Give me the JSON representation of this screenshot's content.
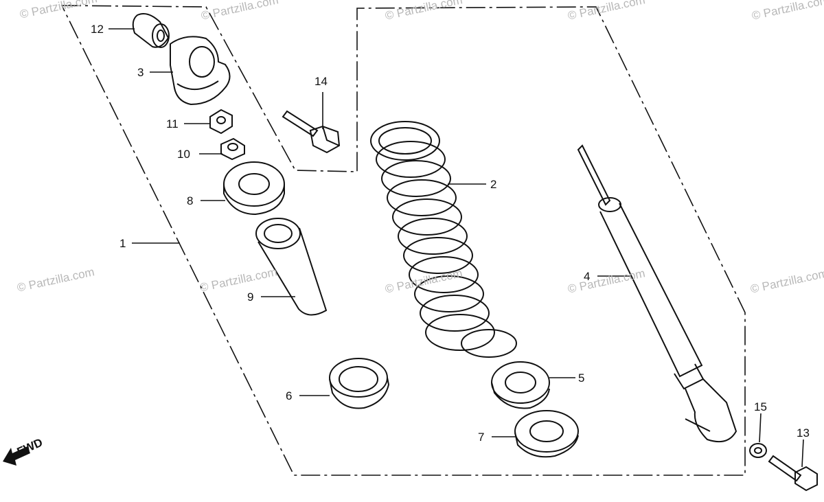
{
  "watermark": {
    "text": "© Partzilla.com"
  },
  "callouts": {
    "c1": "1",
    "c2": "2",
    "c3": "3",
    "c4": "4",
    "c5": "5",
    "c6": "6",
    "c7": "7",
    "c8": "8",
    "c9": "9",
    "c10": "10",
    "c11": "11",
    "c12": "12",
    "c13": "13",
    "c14": "14",
    "c15": "15"
  },
  "fwd_arrow": {
    "label": "FWD"
  }
}
